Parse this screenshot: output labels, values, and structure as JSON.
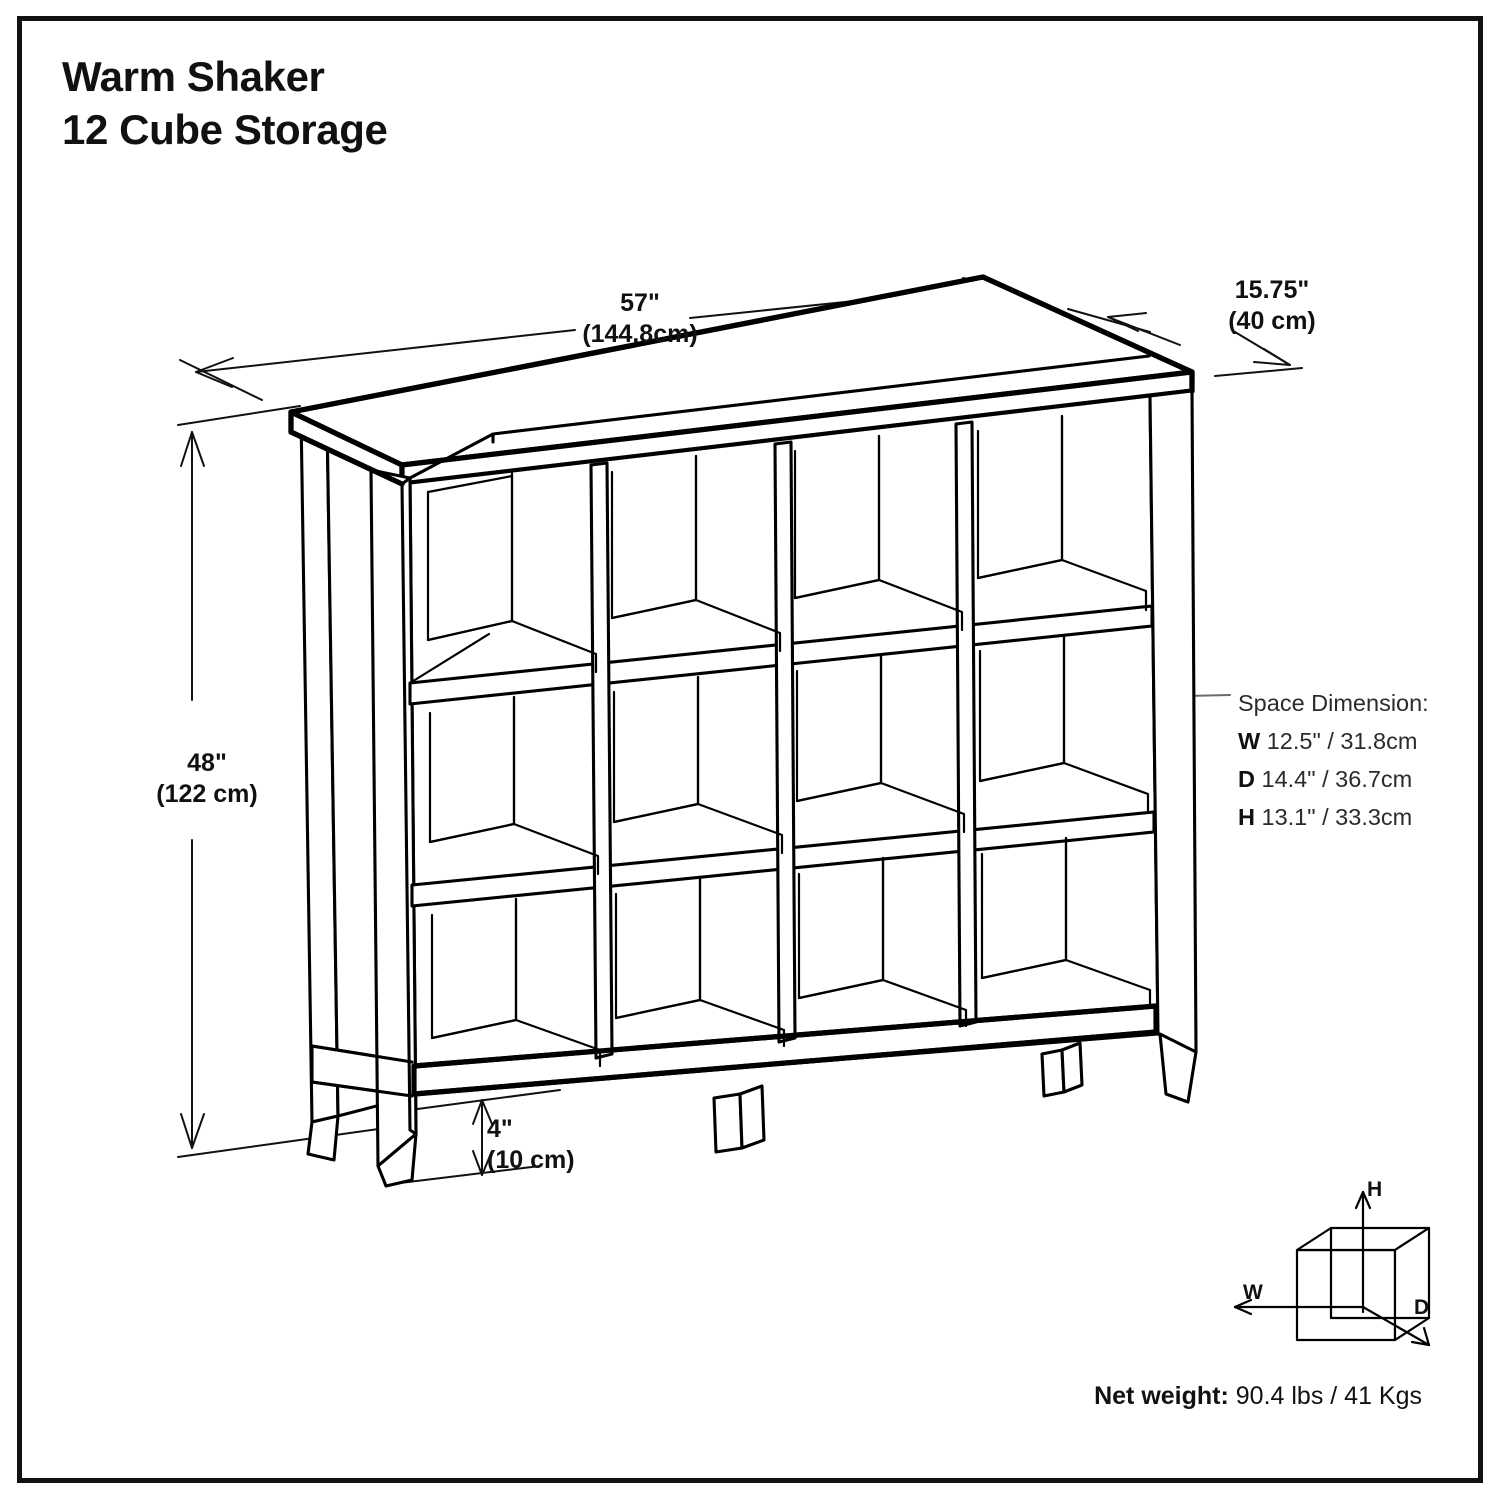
{
  "document": {
    "title_lines": [
      "Warm Shaker",
      "12 Cube Storage"
    ],
    "border_color": "#111111",
    "background": "#ffffff",
    "line_color": "#000000"
  },
  "dimensions": {
    "width": {
      "imperial": "57\"",
      "metric": "(144.8cm)"
    },
    "depth": {
      "imperial": "15.75\"",
      "metric": "(40 cm)"
    },
    "height": {
      "imperial": "48\"",
      "metric": "(122 cm)"
    },
    "leg_clearance": {
      "imperial": "4\"",
      "metric": "(10 cm)"
    }
  },
  "space_dimension": {
    "heading": "Space Dimension:",
    "rows": [
      {
        "key": "W",
        "value": "12.5\" / 31.8cm"
      },
      {
        "key": "D",
        "value": "14.4\" / 36.7cm"
      },
      {
        "key": "H",
        "value": "13.1\" / 33.3cm"
      }
    ]
  },
  "whd_legend": {
    "height_label": "H",
    "width_label": "W",
    "depth_label": "D"
  },
  "net_weight": {
    "label": "Net weight:",
    "value": "90.4 lbs / 41 Kgs"
  },
  "product": {
    "columns": 4,
    "rows": 3,
    "cube_count": 12
  }
}
